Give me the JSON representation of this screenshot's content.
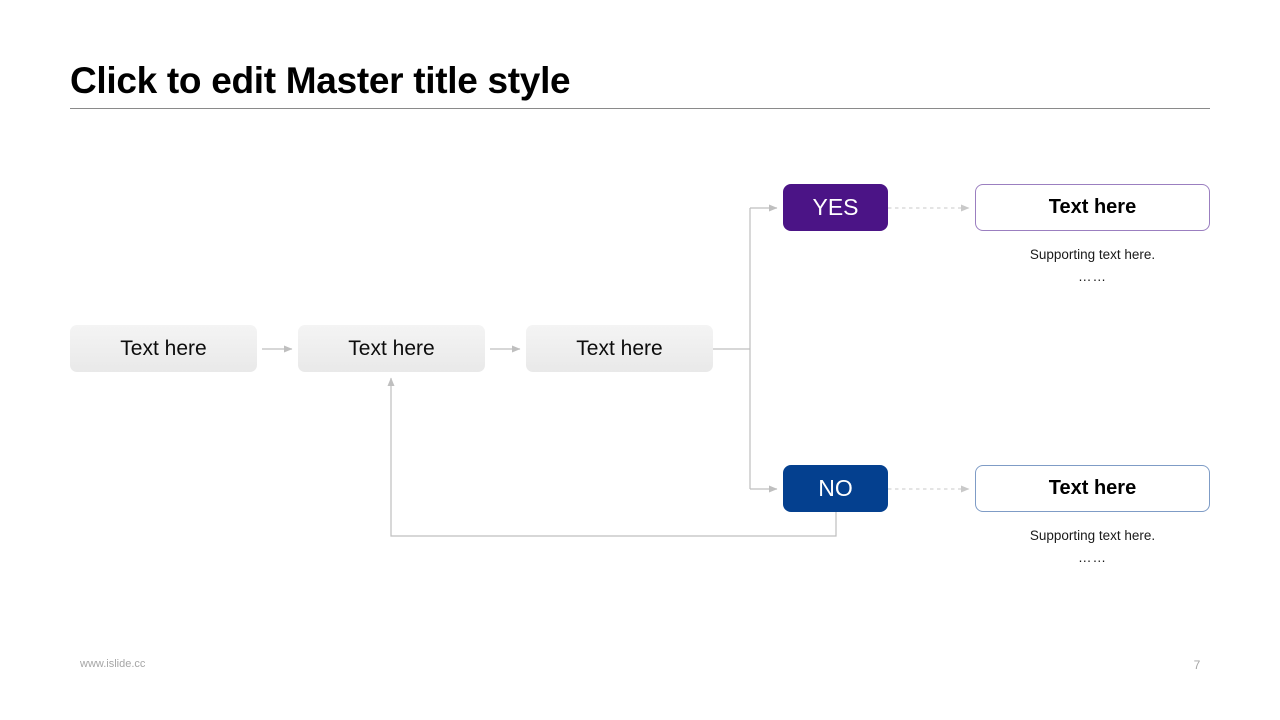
{
  "slide": {
    "title": "Click to edit Master title style",
    "page_number": "7",
    "footer_url": "www.islide.cc",
    "background_color": "#ffffff"
  },
  "flow": {
    "process_steps": [
      {
        "id": "proc-1",
        "label": "Text here"
      },
      {
        "id": "proc-2",
        "label": "Text here"
      },
      {
        "id": "proc-3",
        "label": "Text here"
      }
    ],
    "decisions": [
      {
        "id": "yes",
        "label": "YES",
        "color": "#4B1486",
        "text_color": "#ffffff",
        "result_title": "Text here",
        "result_subtitle": "Supporting text here.",
        "result_dots": "……",
        "result_border_color": "#9b7fc0"
      },
      {
        "id": "no",
        "label": "NO",
        "color": "#04408F",
        "text_color": "#ffffff",
        "result_title": "Text here",
        "result_subtitle": "Supporting text here.",
        "result_dots": "……",
        "result_border_color": "#7f9cc6"
      }
    ],
    "connector_color": "#bfbfbf",
    "dotted_connector_color": "#d4d4d4"
  }
}
